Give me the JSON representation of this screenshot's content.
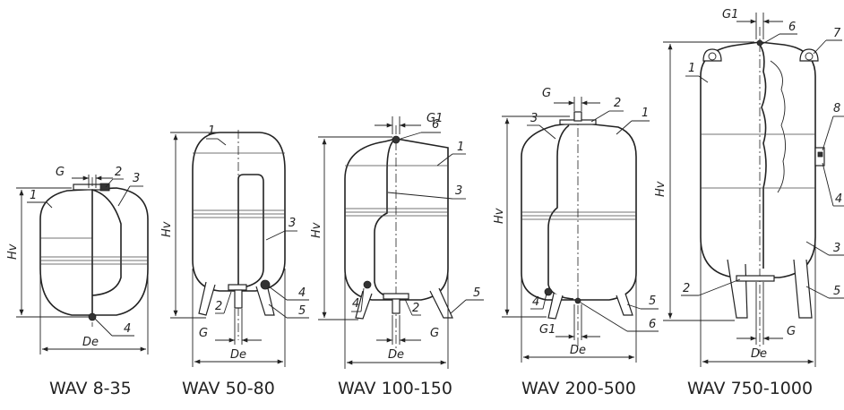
{
  "tanks": [
    {
      "caption": "WAV 8-35",
      "dim_height": "Hv",
      "dim_diameter": "De",
      "dim_connection": "G",
      "callouts": [
        "1",
        "2",
        "3",
        "4"
      ]
    },
    {
      "caption": "WAV 50-80",
      "dim_height": "Hv",
      "dim_diameter": "De",
      "dim_connection": "G",
      "callouts": [
        "1",
        "2",
        "3",
        "4",
        "5"
      ]
    },
    {
      "caption": "WAV 100-150",
      "dim_height": "Hv",
      "dim_diameter": "De",
      "dim_connection_top": "G1",
      "dim_connection": "G",
      "callouts": [
        "1",
        "2",
        "3",
        "4",
        "5",
        "6"
      ]
    },
    {
      "caption": "WAV 200-500",
      "dim_height": "Hv",
      "dim_diameter": "De",
      "dim_connection_top": "G",
      "dim_connection": "G1",
      "callouts": [
        "1",
        "2",
        "3",
        "4",
        "5",
        "6"
      ]
    },
    {
      "caption": "WAV 750-1000",
      "dim_height": "Hv",
      "dim_diameter": "De",
      "dim_connection_top": "G1",
      "dim_connection": "G",
      "callouts": [
        "1",
        "2",
        "3",
        "4",
        "5",
        "6",
        "7",
        "8"
      ]
    }
  ]
}
